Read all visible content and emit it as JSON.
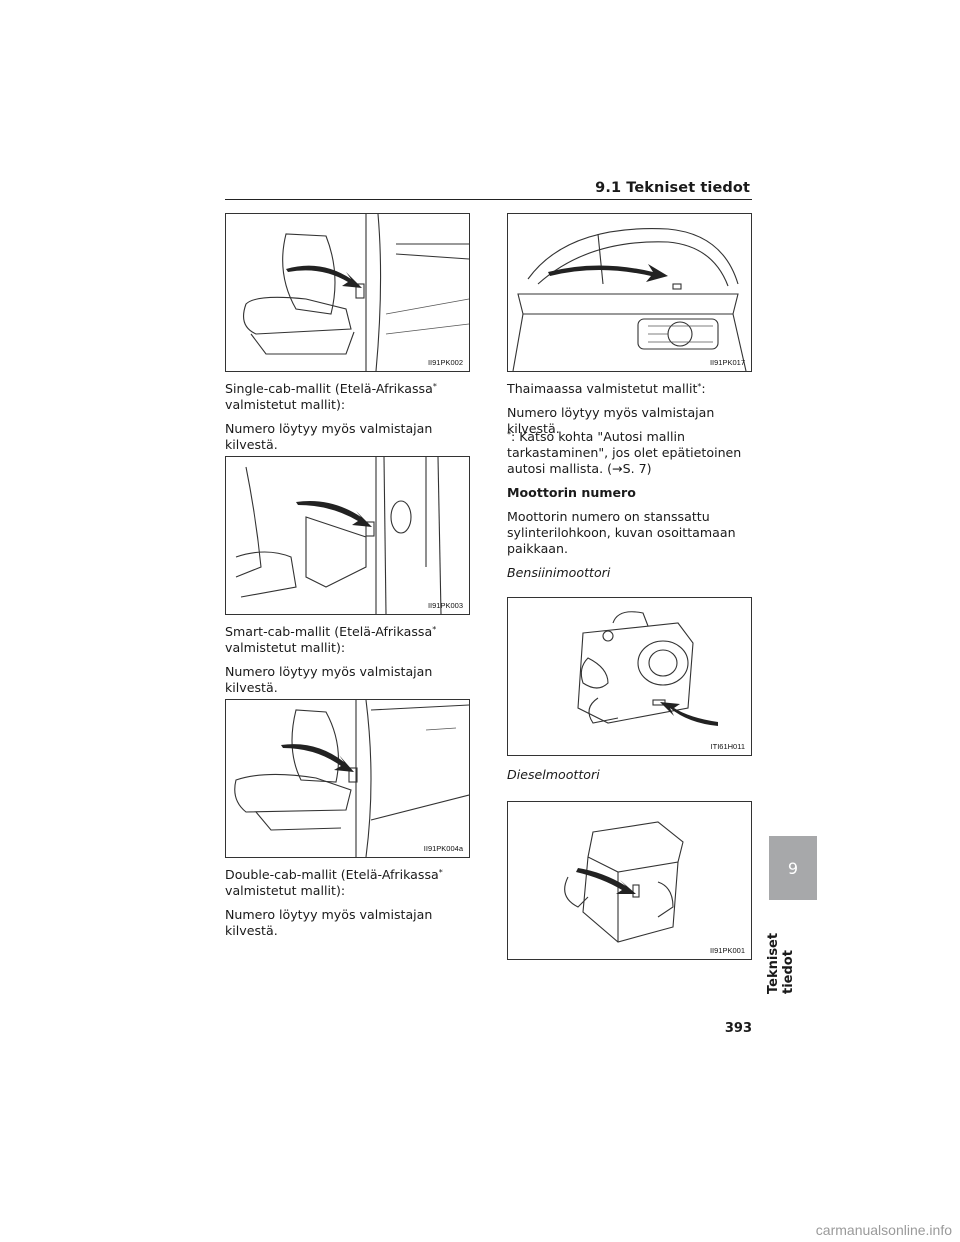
{
  "header": {
    "section_title": "9.1 Tekniset tiedot"
  },
  "left": {
    "fig1": {
      "code": "II91PK002"
    },
    "para1": "Single-cab-mallit (Etelä-Afrikassa",
    "para1_end": "valmistetut mallit):",
    "para2": "Numero löytyy myös valmistajan kilvestä.",
    "fig2": {
      "code": "II91PK003"
    },
    "para3": "Smart-cab-mallit (Etelä-Afrikassa",
    "para3_end": "valmistetut mallit):",
    "para4": "Numero löytyy myös valmistajan kilvestä.",
    "fig3": {
      "code": "II91PK004a"
    },
    "para5": "Double-cab-mallit (Etelä-Afrikassa",
    "para5_end": "valmistetut mallit):",
    "para6": "Numero löytyy myös valmistajan kilvestä."
  },
  "right": {
    "fig4": {
      "code": "II91PK017"
    },
    "para1": "Thaimaassa valmistetut mallit",
    "para1_end": ":",
    "para2": "Numero löytyy myös valmistajan kilvestä.",
    "note_l1": ": Katso kohta \"Autosi mallin",
    "note_l2": "tarkastaminen\", jos olet epätietoinen",
    "note_l3": "autosi mallista. (→S. 7)",
    "heading": "Moottorin numero",
    "body_l1": "Moottorin numero on stanssattu",
    "body_l2": "sylinterilohkoon, kuvan osoittamaan",
    "body_l3": "paikkaan.",
    "label_petrol": "Bensiinimoottori",
    "fig5": {
      "code": "ITI61H011"
    },
    "label_diesel": "Dieselmoottori",
    "fig6": {
      "code": "II91PK001"
    }
  },
  "asterisk": "*",
  "side_tab": {
    "number": "9",
    "label": "Tekniset tiedot"
  },
  "page_number": "393",
  "watermark": "carmanualsonline.info"
}
